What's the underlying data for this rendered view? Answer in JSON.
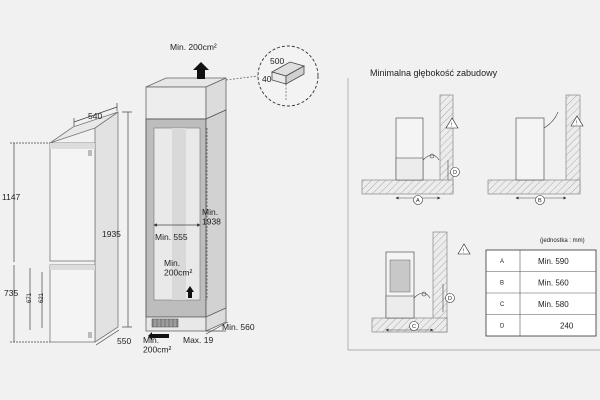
{
  "left": {
    "width": "540",
    "height_total": "1147",
    "height_overall": "1935",
    "height_lower": "735",
    "inner_a": "671",
    "inner_b": "621",
    "depth": "550"
  },
  "cabinet": {
    "vent_top": "Min. 200cm²",
    "inner_width": "Min. 555",
    "inner_height": "Min.\n1938",
    "vent_mid": "Min.\n200cm²",
    "vent_bottom": "Min.\n200cm²",
    "max_gap": "Max. 19",
    "depth": "Min. 560"
  },
  "detail": {
    "width": "500",
    "height": "40"
  },
  "right": {
    "title": "Minimalna głębokość zabudowy",
    "unit_note": "(jednostka : mm)",
    "rows": [
      {
        "key": "A",
        "value": "Min. 590"
      },
      {
        "key": "B",
        "value": "Min. 560"
      },
      {
        "key": "C",
        "value": "Min. 580"
      },
      {
        "key": "D",
        "value": "240"
      }
    ],
    "markers": {
      "a": "A",
      "b": "B",
      "c": "C",
      "d": "D"
    }
  }
}
